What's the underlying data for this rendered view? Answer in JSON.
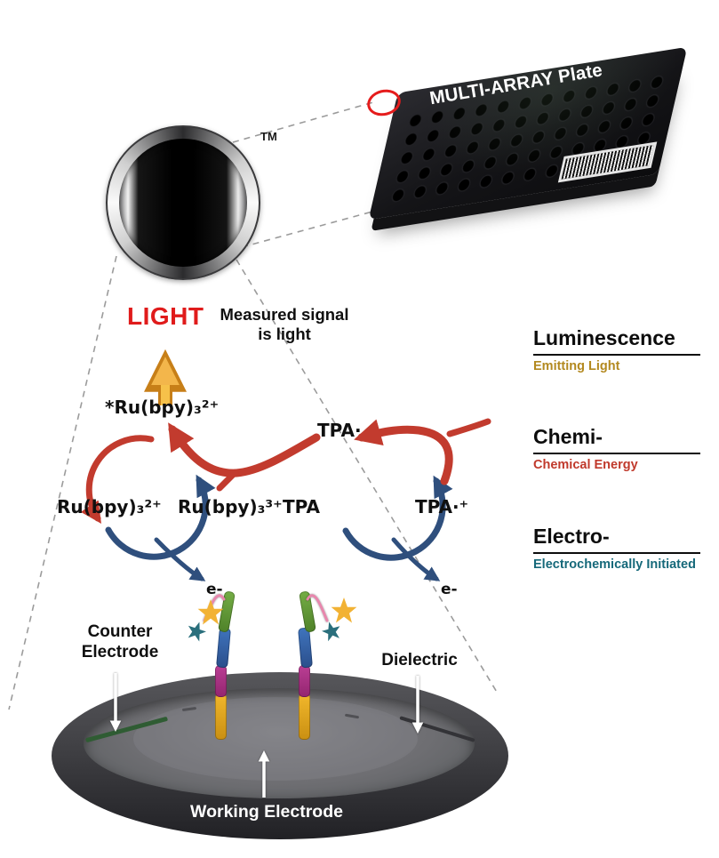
{
  "plate": {
    "label": "MULTI-ARRAY Plate",
    "trademark": "TM"
  },
  "signal": {
    "light_label": "LIGHT",
    "caption_line1": "Measured signal",
    "caption_line2": "is light"
  },
  "reaction": {
    "excited_ru": "*Ru(bpy)₃²⁺",
    "ru_2plus": "Ru(bpy)₃²⁺",
    "ru_3plus": "Ru(bpy)₃³⁺",
    "tpa": "TPA",
    "tpa_radical": "TPA·",
    "tpa_radical_cation": "TPA·⁺",
    "electron_left": "e-",
    "electron_right": "e-"
  },
  "legend": {
    "items": [
      {
        "title": "Luminescence",
        "subtitle": "Emitting Light",
        "color": "#b3891f"
      },
      {
        "title": "Chemi-",
        "subtitle": "Chemical Energy",
        "color": "#c0392b"
      },
      {
        "title": "Electro-",
        "subtitle": "Electrochemically Initiated",
        "color": "#16697a"
      }
    ]
  },
  "electrode": {
    "counter_label": "Counter Electrode",
    "dielectric_label": "Dielectric",
    "working_label": "Working Electrode"
  },
  "colors": {
    "light_red": "#e01b1b",
    "arrow_red": "#c23b2e",
    "arrow_blue": "#2f4f7d",
    "arrow_gold": "#f0a93a",
    "well_highlight_red": "#e51c1c"
  }
}
